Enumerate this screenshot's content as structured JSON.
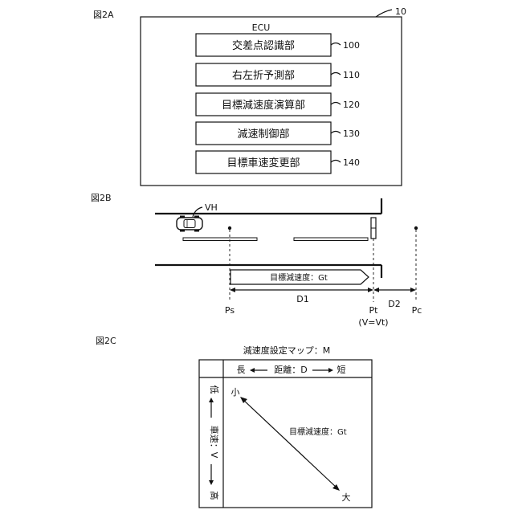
{
  "fig2a": {
    "figure_label": "図2A",
    "ecu_label": "ECU",
    "ecu_ref": "10",
    "modules": [
      {
        "name": "交差点認識部",
        "ref": "100"
      },
      {
        "name": "右左折予測部",
        "ref": "110"
      },
      {
        "name": "目標減速度演算部",
        "ref": "120"
      },
      {
        "name": "減速制御部",
        "ref": "130"
      },
      {
        "name": "目標車速変更部",
        "ref": "140"
      }
    ]
  },
  "fig2b": {
    "figure_label": "図2B",
    "vehicle_label": "VH",
    "decel_arrow_label": "目標減速度：Gt",
    "d1_label": "D1",
    "d2_label": "D2",
    "ps_label": "Ps",
    "pt_label": "Pt",
    "pt_sub_label": "(V=Vt)",
    "pc_label": "Pc"
  },
  "fig2c": {
    "figure_label": "図2C",
    "map_title": "減速度設定マップ：M",
    "x_axis_label": "距離：D",
    "x_long": "長",
    "x_short": "短",
    "y_axis_label": "車速：V",
    "y_low": "低",
    "y_high": "高",
    "line_label": "目標減速度：Gt",
    "small_label": "小",
    "large_label": "大"
  }
}
